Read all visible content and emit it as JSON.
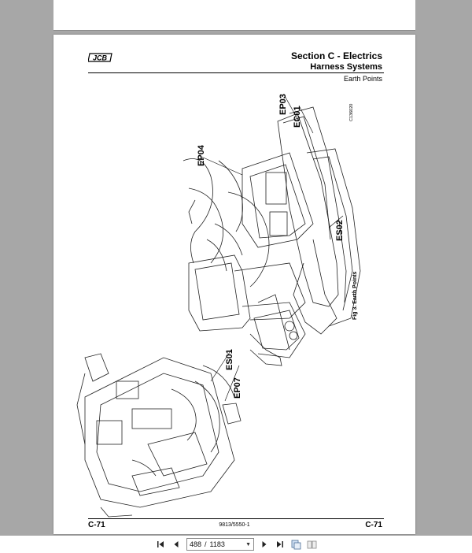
{
  "document": {
    "logo_text": "JCB",
    "section_title": "Section C - Electrics",
    "subsection_title": "Harness Systems",
    "topic": "Earth Points",
    "figure_code": "C136020",
    "figure_caption": "Fig 3. Earth Points",
    "callouts": [
      "EP04",
      "EP03",
      "EC01",
      "ES02",
      "ES01",
      "EP07"
    ],
    "footer": {
      "left": "C-71",
      "center": "9813/5550-1",
      "right": "C-71"
    }
  },
  "toolbar": {
    "current_page": "488",
    "total_pages": "1183",
    "icons": [
      "first-page-icon",
      "prev-page-icon",
      "next-page-icon",
      "last-page-icon",
      "single-page-view-icon",
      "two-page-view-icon"
    ]
  }
}
